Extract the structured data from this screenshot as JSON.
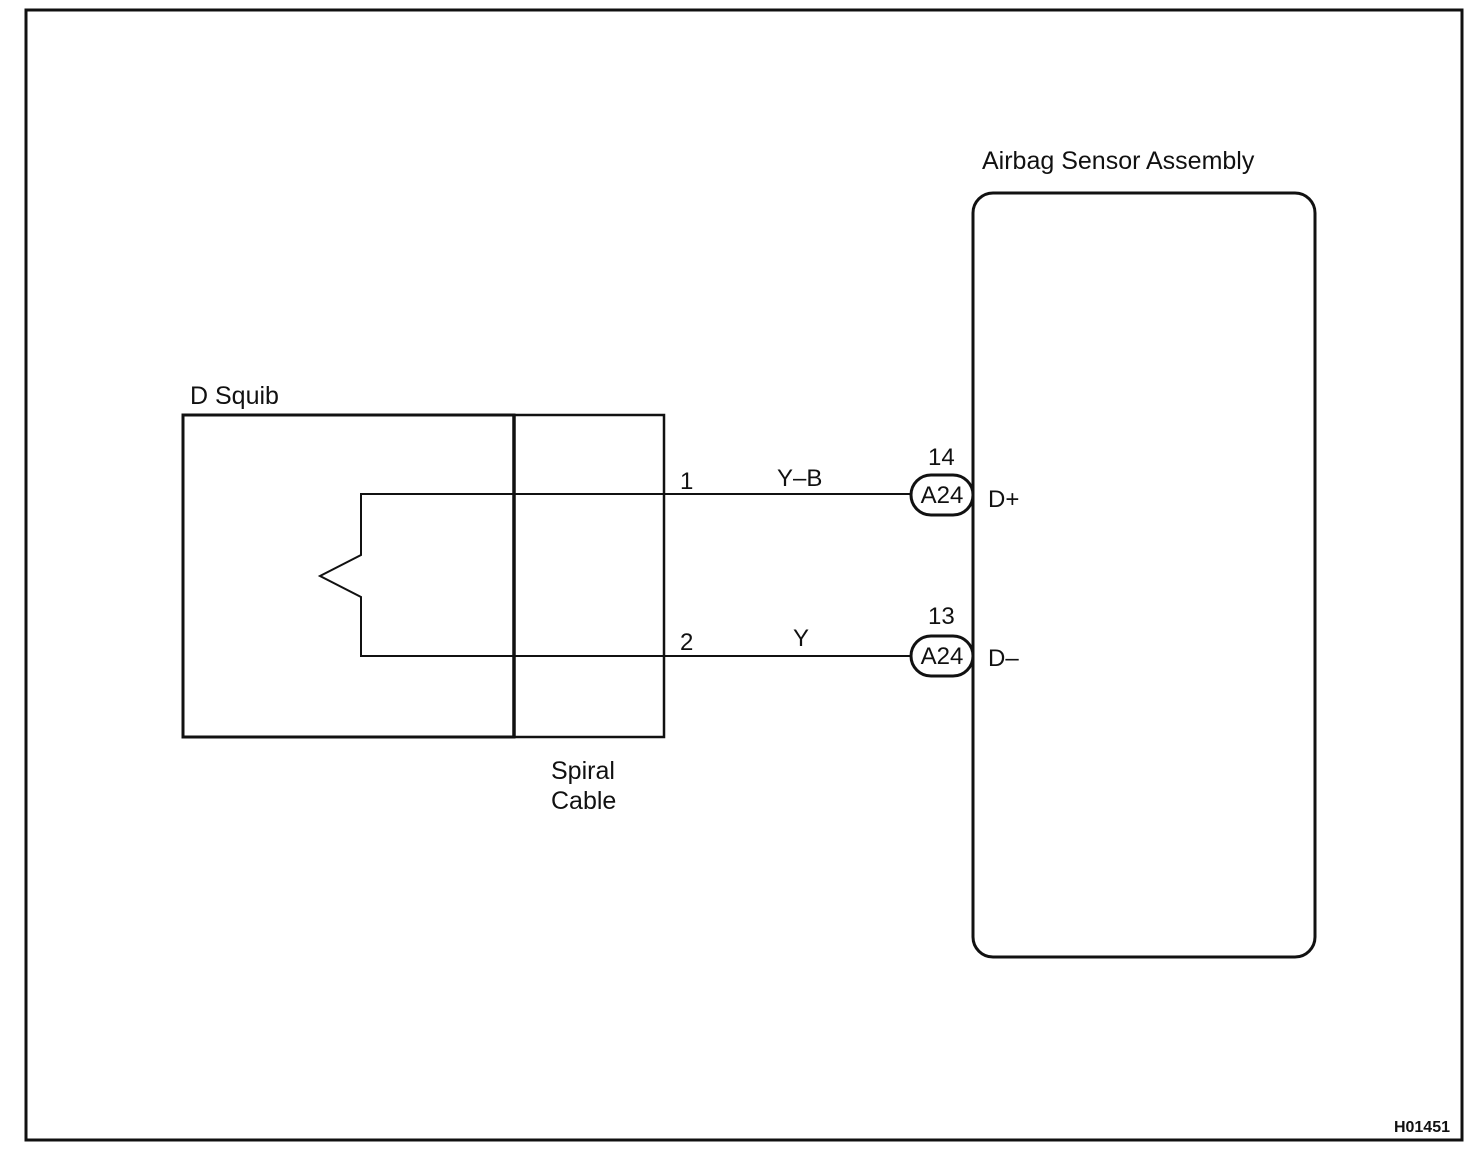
{
  "components": {
    "squib": {
      "label": "D Squib"
    },
    "spiral_cable": {
      "label_line1": "Spiral",
      "label_line2": "Cable"
    },
    "sensor": {
      "label": "Airbag Sensor Assembly"
    }
  },
  "wires": [
    {
      "spiral_pin": "1",
      "color": "Y–B",
      "connector": "A24",
      "connector_pin": "14",
      "terminal": "D+"
    },
    {
      "spiral_pin": "2",
      "color": "Y",
      "connector": "A24",
      "connector_pin": "13",
      "terminal": "D–"
    }
  ],
  "figure_code": "H01451"
}
